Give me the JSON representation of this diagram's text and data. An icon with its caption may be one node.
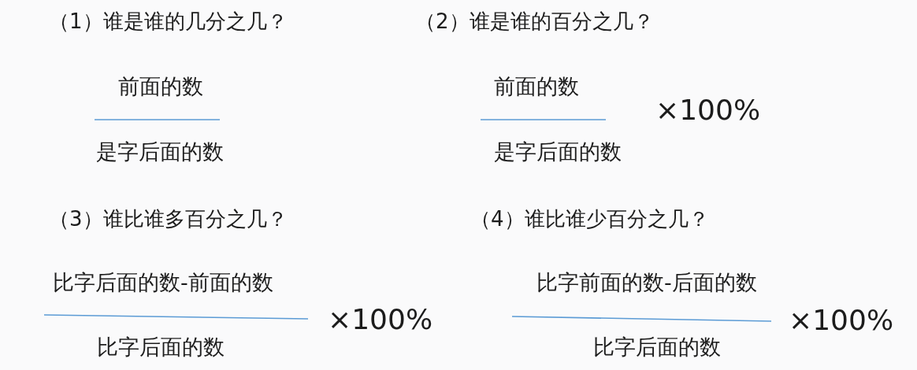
{
  "diagram": {
    "labels": [
      "（1）谁是谁的几分之几？",
      "前面的数",
      "是字后面的数",
      "（2）谁是谁的百分之几？",
      "前面的数",
      "×100%",
      "是字后面的数",
      "（3）谁比谁多百分之几？",
      "比字后面的数-前面的数",
      "×100%",
      "比字后面的数",
      "（4）谁比谁少百分之几？",
      "比字前面的数-后面的数",
      "×100%",
      "比字后面的数"
    ]
  }
}
